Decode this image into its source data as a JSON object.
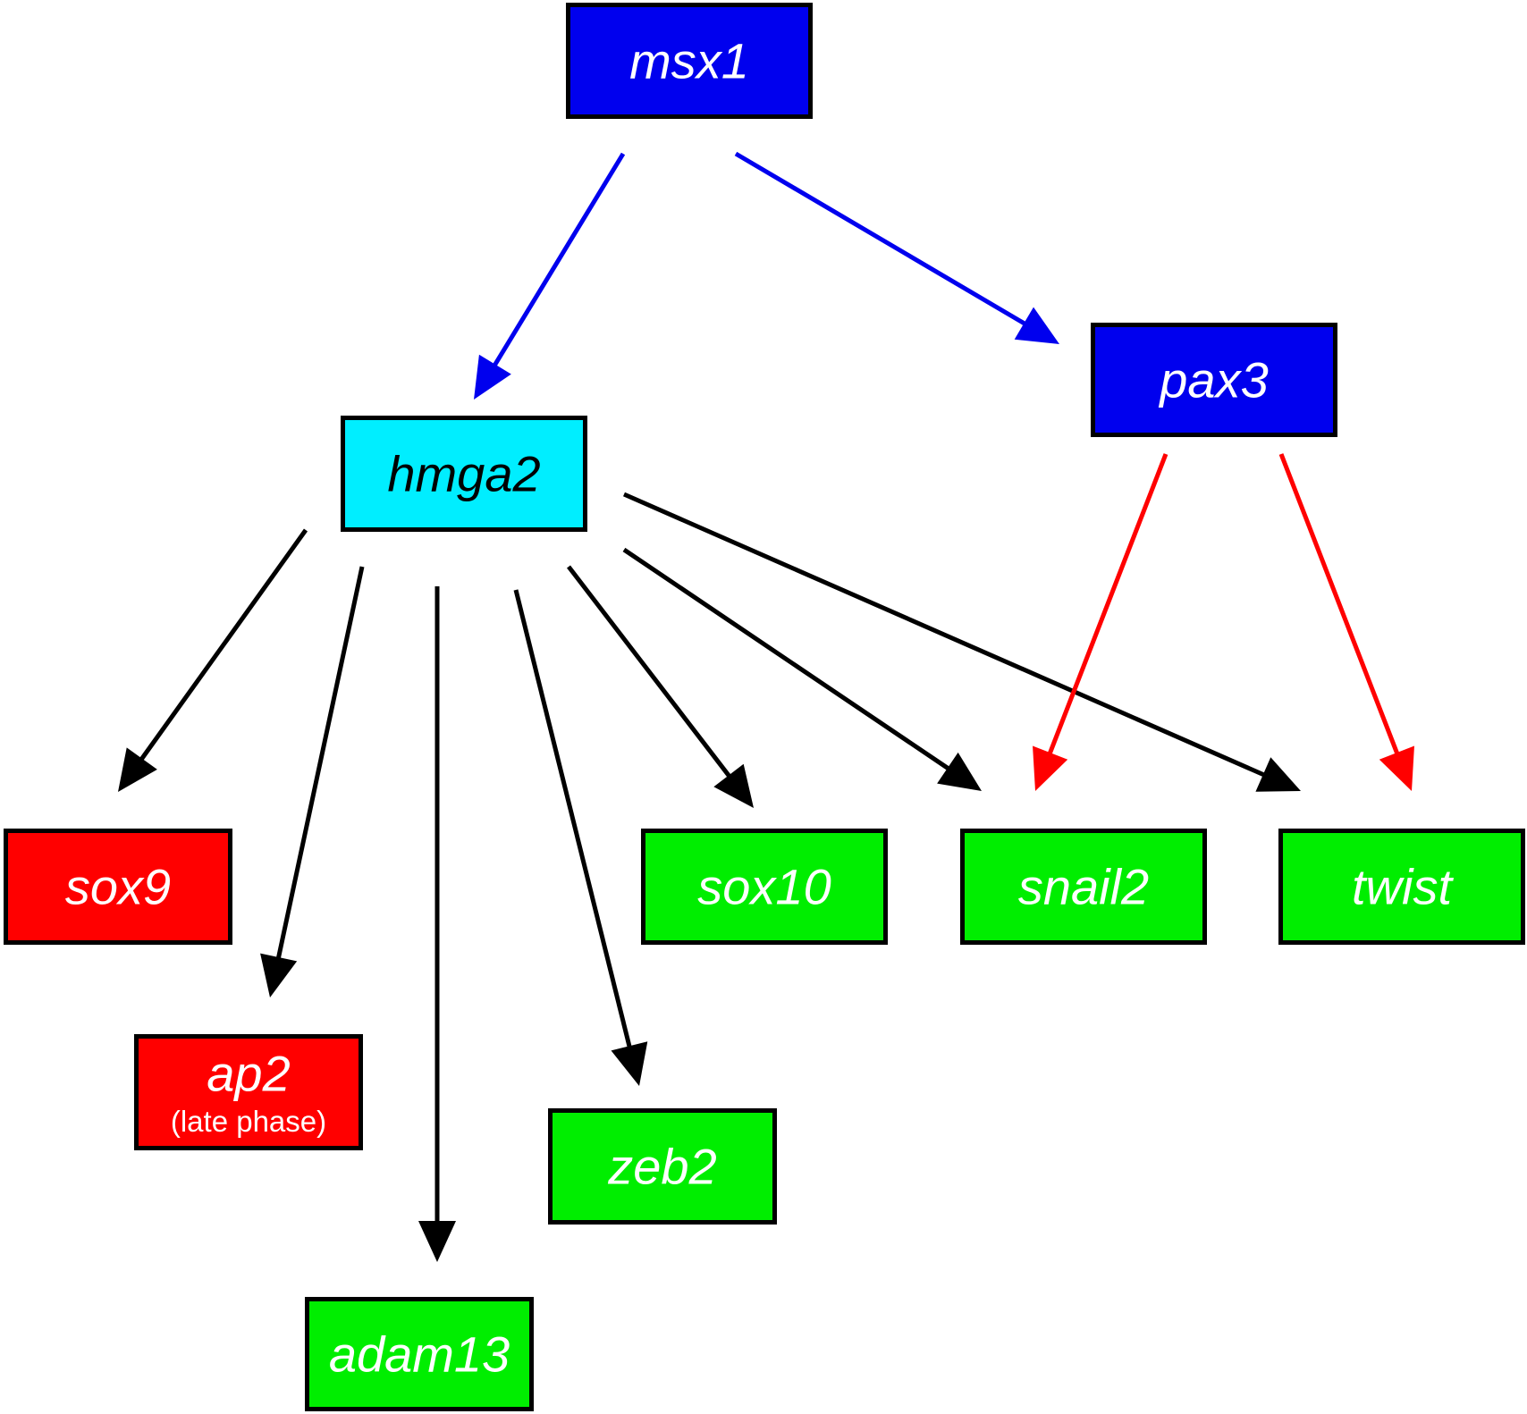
{
  "colors": {
    "dark_blue": "#0000ee",
    "cyan": "#00eeff",
    "red": "#ff0000",
    "green": "#00ee00",
    "black": "#000000",
    "white": "#ffffff"
  },
  "nodes": [
    {
      "id": "msx1",
      "label": "msx1",
      "fill": "#0000ee",
      "text_color": "#ffffff"
    },
    {
      "id": "pax3",
      "label": "pax3",
      "fill": "#0000ee",
      "text_color": "#ffffff"
    },
    {
      "id": "hmga2",
      "label": "hmga2",
      "fill": "#00eeff",
      "text_color": "#000000"
    },
    {
      "id": "sox9",
      "label": "sox9",
      "fill": "#ff0000",
      "text_color": "#ffffff"
    },
    {
      "id": "ap2",
      "label": "ap2",
      "sublabel": "(late phase)",
      "fill": "#ff0000",
      "text_color": "#ffffff"
    },
    {
      "id": "adam13",
      "label": "adam13",
      "fill": "#00ee00",
      "text_color": "#ffffff"
    },
    {
      "id": "zeb2",
      "label": "zeb2",
      "fill": "#00ee00",
      "text_color": "#ffffff"
    },
    {
      "id": "sox10",
      "label": "sox10",
      "fill": "#00ee00",
      "text_color": "#ffffff"
    },
    {
      "id": "snail2",
      "label": "snail2",
      "fill": "#00ee00",
      "text_color": "#ffffff"
    },
    {
      "id": "twist",
      "label": "twist",
      "fill": "#00ee00",
      "text_color": "#ffffff"
    }
  ],
  "edges": [
    {
      "from": "msx1",
      "to": "hmga2",
      "color": "#0000ee"
    },
    {
      "from": "msx1",
      "to": "pax3",
      "color": "#0000ee"
    },
    {
      "from": "hmga2",
      "to": "sox9",
      "color": "#000000"
    },
    {
      "from": "hmga2",
      "to": "ap2",
      "color": "#000000"
    },
    {
      "from": "hmga2",
      "to": "adam13",
      "color": "#000000"
    },
    {
      "from": "hmga2",
      "to": "zeb2",
      "color": "#000000"
    },
    {
      "from": "hmga2",
      "to": "sox10",
      "color": "#000000"
    },
    {
      "from": "hmga2",
      "to": "snail2",
      "color": "#000000"
    },
    {
      "from": "hmga2",
      "to": "twist",
      "color": "#000000"
    },
    {
      "from": "pax3",
      "to": "snail2",
      "color": "#ff0000"
    },
    {
      "from": "pax3",
      "to": "twist",
      "color": "#ff0000"
    }
  ]
}
